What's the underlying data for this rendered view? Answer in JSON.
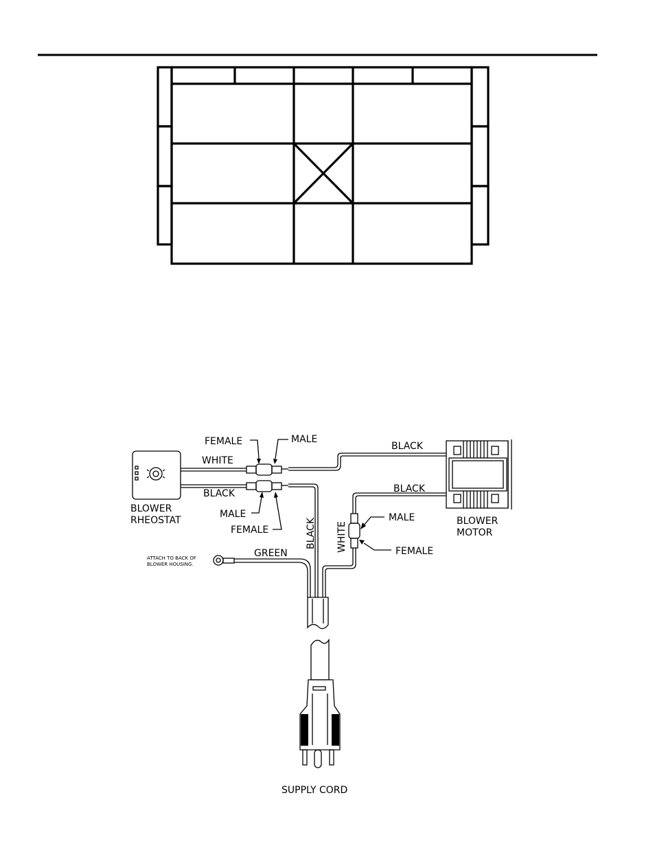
{
  "diagram": {
    "labels": {
      "female_top": "FEMALE",
      "male_top": "MALE",
      "white_top": "WHITE",
      "black_top": "BLACK",
      "black_mid": "BLACK",
      "black_lower": "BLACK",
      "blower_rheostat_1": "BLOWER",
      "blower_rheostat_2": "RHEOSTAT",
      "male_bottom": "MALE",
      "female_bottom": "FEMALE",
      "black_vertical": "BLACK",
      "white_vertical": "WHITE",
      "male_right": "MALE",
      "female_right": "FEMALE",
      "blower_motor_1": "BLOWER",
      "blower_motor_2": "MOTOR",
      "green": "GREEN",
      "attach_1": "ATTACH TO BACK OF",
      "attach_2": "BLOWER HOUSING.",
      "supply_cord": "SUPPLY CORD"
    }
  }
}
